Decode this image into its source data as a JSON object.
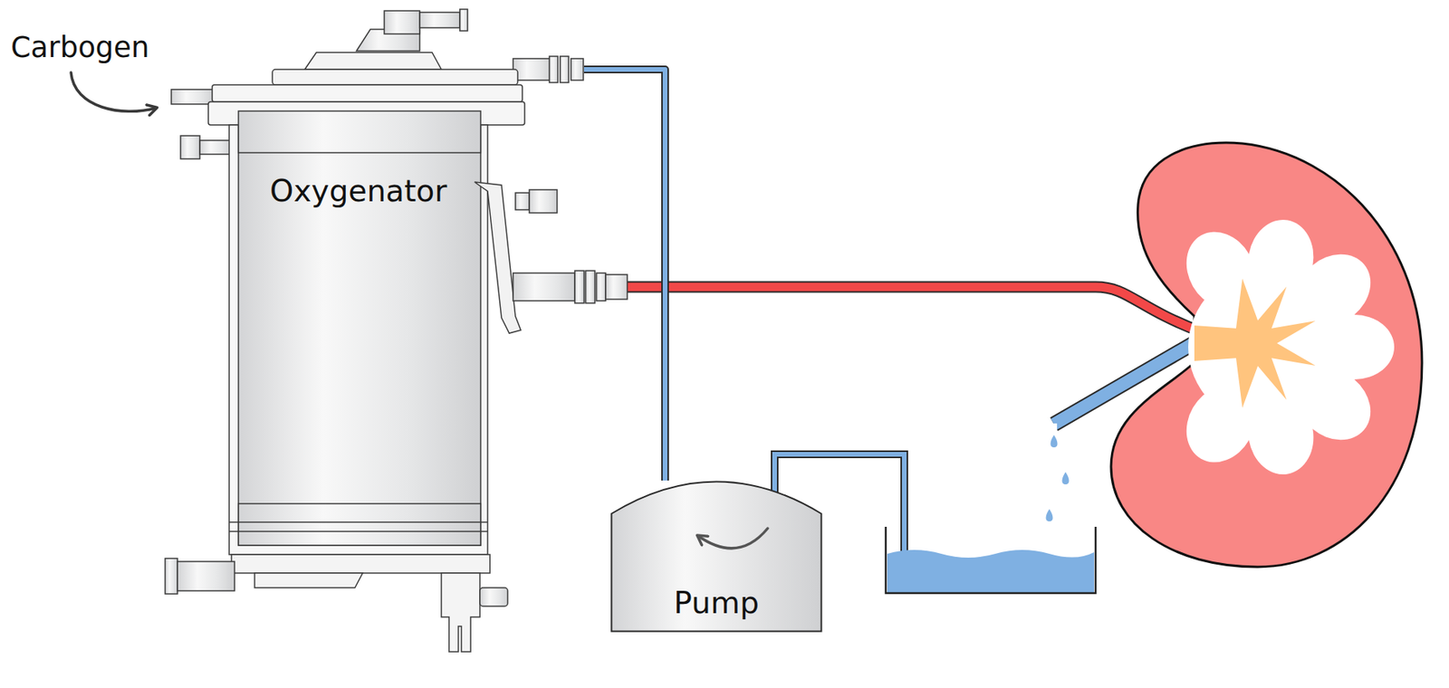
{
  "diagram": {
    "nodes": [
      {
        "text": [
          "Oxygenator"
        ]
      },
      {
        "text": [
          "Pump"
        ]
      }
    ],
    "edges": [
      {
        "from": 1,
        "to": 0,
        "arrow": "none"
      }
    ],
    "labels": [
      "Carbogen"
    ]
  }
}
